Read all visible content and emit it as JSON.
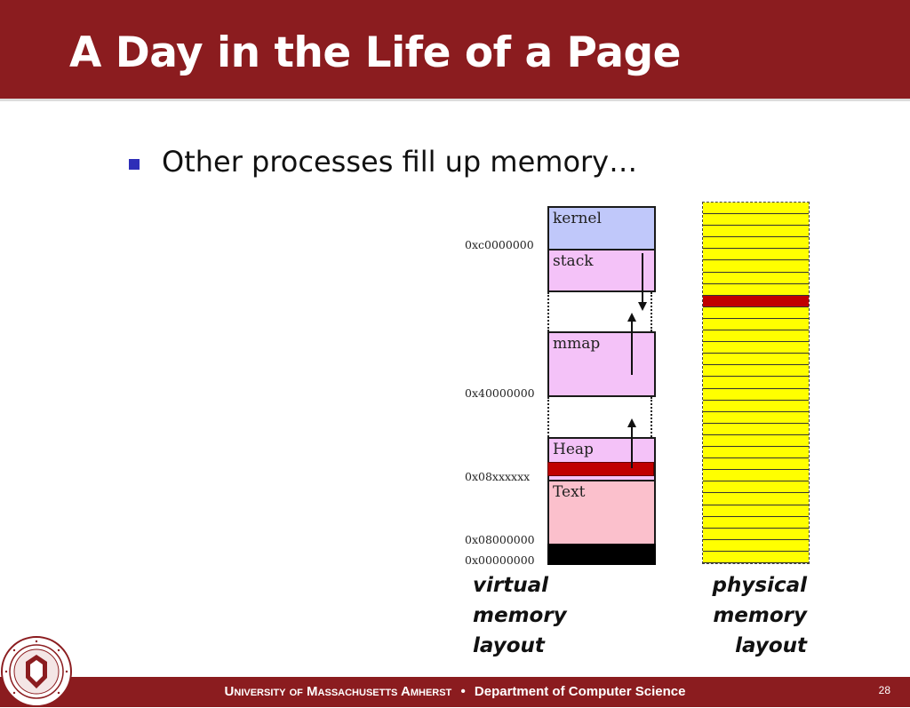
{
  "title": "A Day in the Life of a Page",
  "bullet": "Other processes fill up memory…",
  "virtual_memory": {
    "addresses": {
      "kernel_base": "0xc0000000",
      "mmap_base": "0x40000000",
      "heap_base": "0x08xxxxxx",
      "text_base": "0x08000000",
      "zero": "0x00000000"
    },
    "segments": {
      "kernel": "kernel",
      "stack": "stack",
      "mmap": "mmap",
      "heap": "Heap",
      "text": "Text"
    },
    "caption": [
      "virtual",
      "memory",
      "layout"
    ]
  },
  "physical_memory": {
    "frame_count": 31,
    "highlighted_frame": 8,
    "caption": [
      "physical",
      "memory",
      "layout"
    ]
  },
  "colors": {
    "header": "#8b1c1f",
    "kernel": "#c0c8fa",
    "stack_mmap_heap": "#f4c2f8",
    "text": "#fbc0cc",
    "page_highlight": "#c00000",
    "physical_frame": "#ffff00"
  },
  "footer": {
    "university": "University of Massachusetts Amherst",
    "separator": "•",
    "department": "Department of Computer Science",
    "page_number": "28"
  }
}
